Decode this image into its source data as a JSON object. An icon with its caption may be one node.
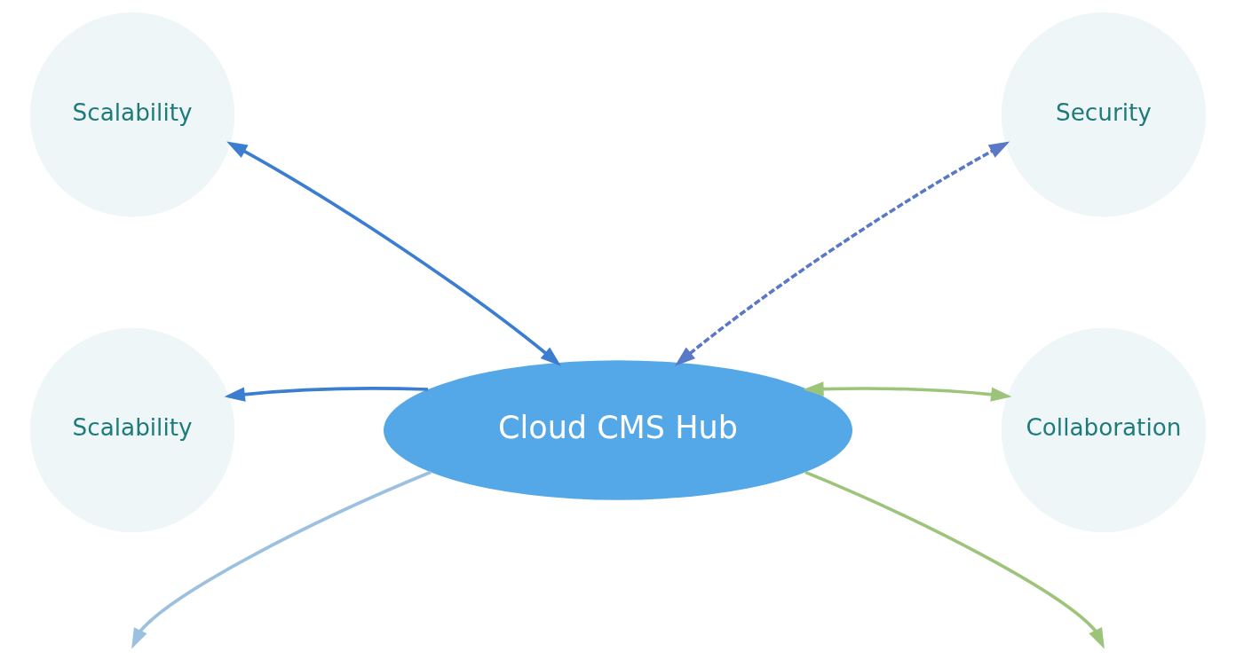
{
  "diagram": {
    "nodes": [
      {
        "text": [
          "Cloud CMS Hub"
        ]
      },
      {
        "text": [
          "Scalability"
        ]
      },
      {
        "text": [
          "Security"
        ]
      },
      {
        "text": [
          "Scalability"
        ]
      },
      {
        "text": [
          "Collaboration"
        ]
      }
    ],
    "edges": [
      {
        "from": 0,
        "to": 1,
        "arrow": "both",
        "color": "#3b7dd0"
      },
      {
        "from": 0,
        "to": 2,
        "arrow": "both",
        "style": "dashed",
        "color": "#5a78c8"
      },
      {
        "from": 0,
        "to": 3,
        "arrow": "to",
        "color": "#3b7dd0"
      },
      {
        "from": 0,
        "to": 4,
        "arrow": "both",
        "color": "#9cc47a"
      },
      {
        "from": 0,
        "to": null,
        "arrow": "to",
        "color": "#9cc0e0"
      },
      {
        "from": 0,
        "to": null,
        "arrow": "to",
        "color": "#9cc47a"
      }
    ]
  }
}
